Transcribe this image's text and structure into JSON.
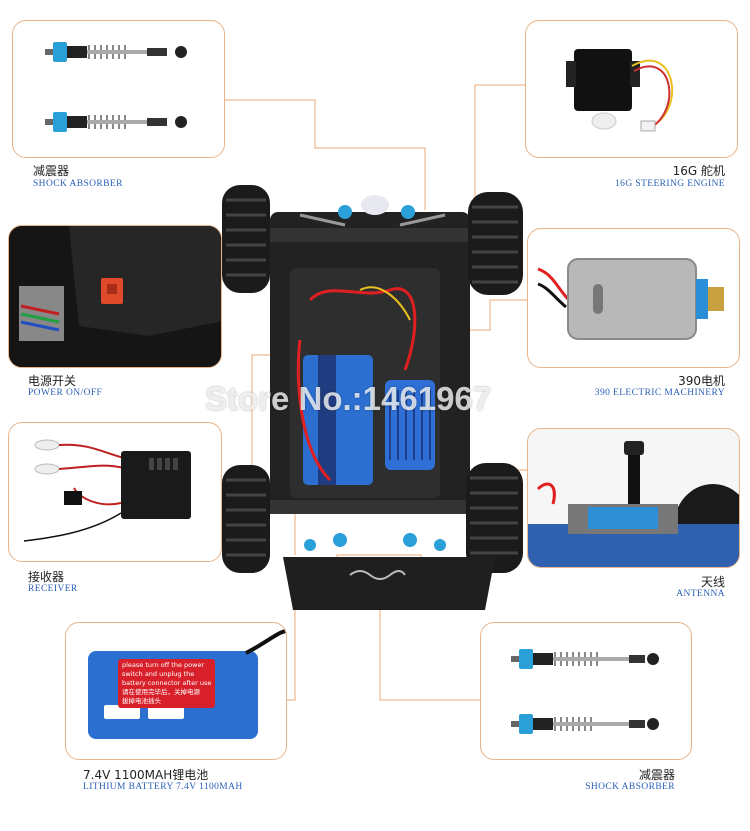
{
  "labels": {
    "shock_top": {
      "cn": "减震器",
      "en": "SHOCK ABSORBER"
    },
    "servo": {
      "cn": "16G 舵机",
      "en": "16G STEERING ENGINE"
    },
    "power": {
      "cn": "电源开关",
      "en": "POWER ON/OFF"
    },
    "motor": {
      "cn": "390电机",
      "en": "390 ELECTRIC MACHINERY"
    },
    "receiver": {
      "cn": "接收器",
      "en": "RECEIVER"
    },
    "antenna": {
      "cn": "天线",
      "en": "ANTENNA"
    },
    "battery": {
      "cn": "7.4V  1100MAH锂电池",
      "en": "LITHIUM BATTERY 7.4V 1100MAH"
    },
    "shock_bottom": {
      "cn": "减震器",
      "en": "SHOCK ABSORBER"
    }
  },
  "watermark": "Store No.:1461967",
  "battery_sticker": {
    "line1": "please turn off the power",
    "line2": "switch and unplug the",
    "line3": "battery connector after use",
    "line4": "请在使用完毕后，关掉电源",
    "line5": "拔掉电池插头"
  },
  "colors": {
    "border": "#e8b48a",
    "label_en": "#2a5fb8",
    "shock_cap": "#2b9fd8",
    "battery": "#2b6fd0",
    "motor": "#2f6fd6"
  }
}
